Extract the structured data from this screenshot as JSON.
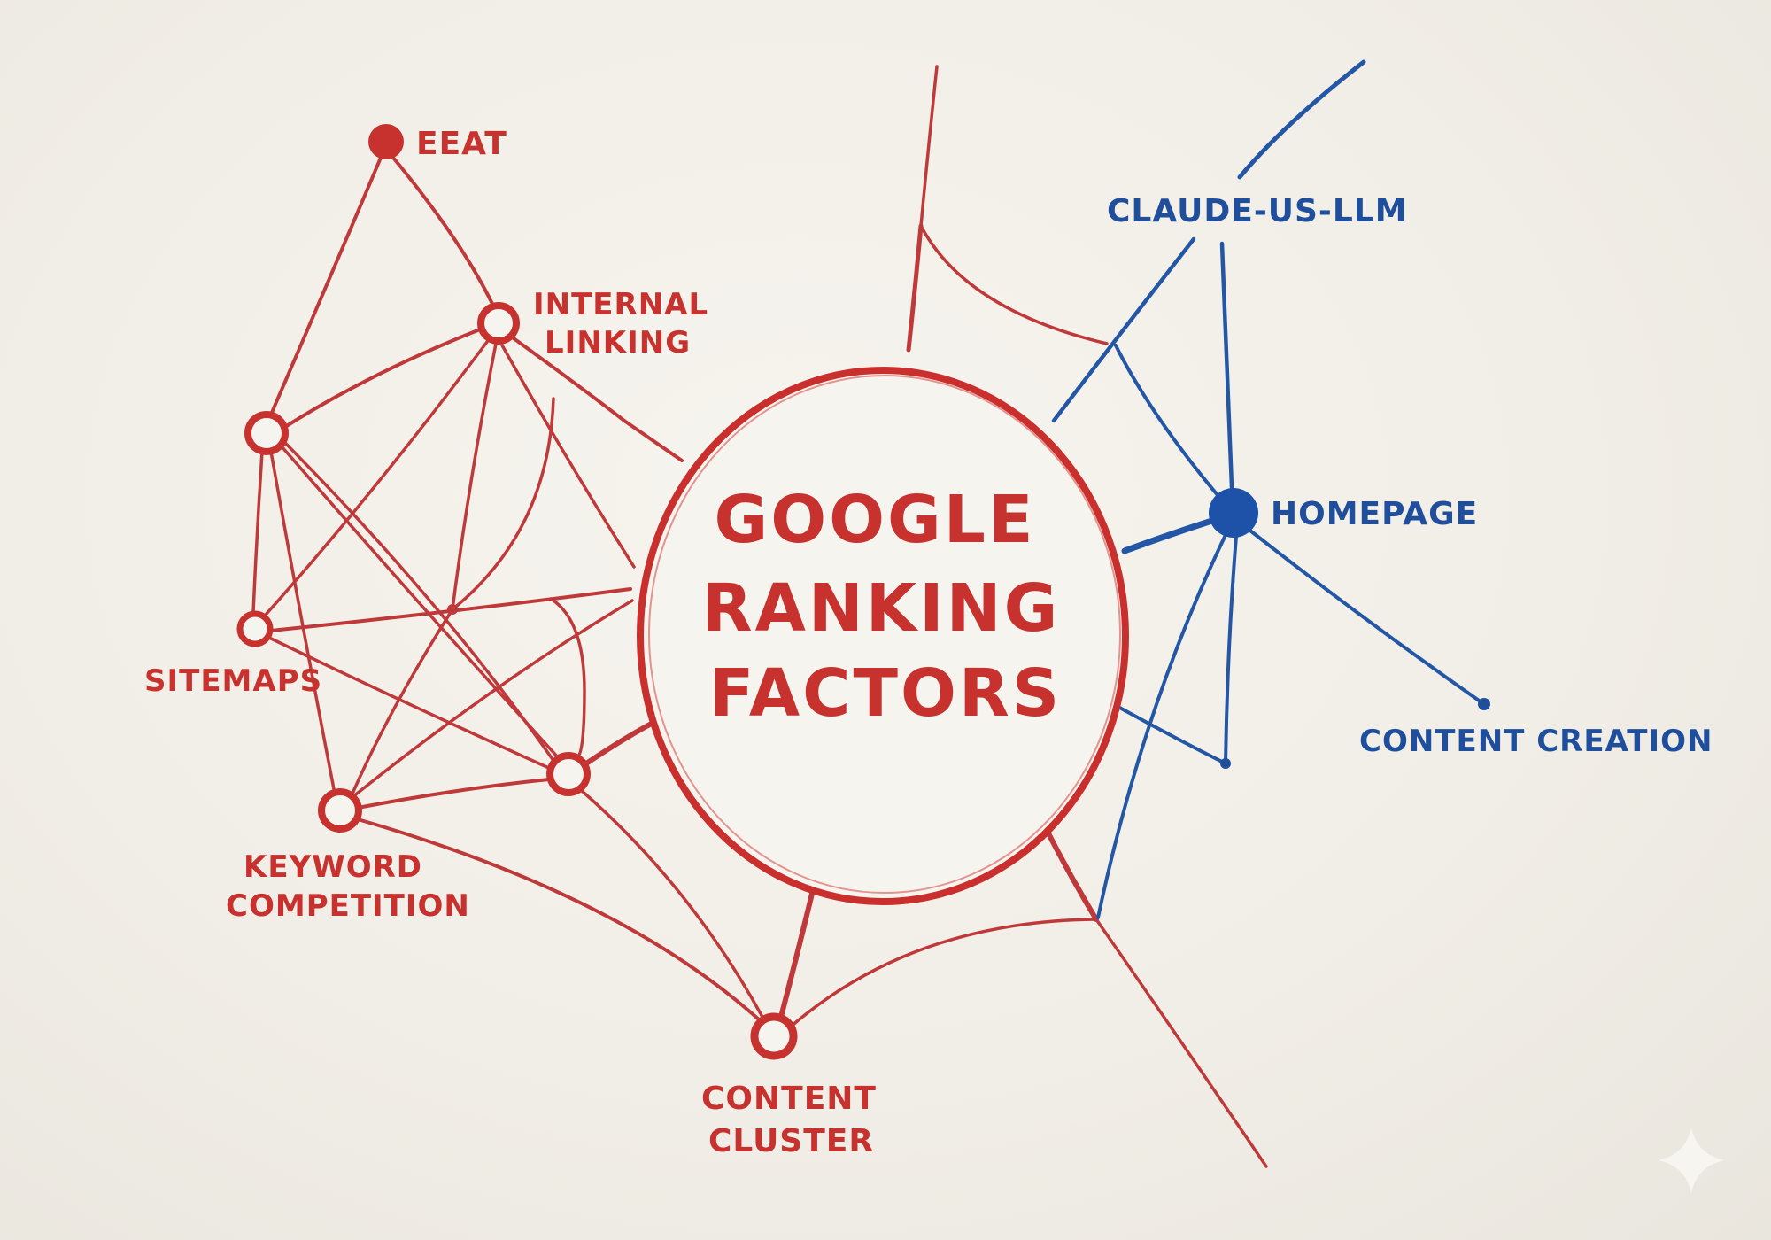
{
  "diagram": {
    "title_lines": [
      "GOOGLE",
      "RANKING",
      "FACTORS"
    ],
    "colors": {
      "red_ink": "#c7322f",
      "blue_ink": "#1f4f9c",
      "paper": "#f3f1eb"
    },
    "red_nodes": {
      "eeat": "EEAT",
      "internal_linking": [
        "INTERNAL",
        "LINKING"
      ],
      "sitemaps": "SITEMAPS",
      "keyword_competition": [
        "KEYWORD",
        "COMPETITION"
      ],
      "content_cluster": [
        "CONTENT",
        "CLUSTER"
      ]
    },
    "blue_nodes": {
      "claude_us_llm": "CLAUDE-US-LLM",
      "homepage": "HOMEPAGE",
      "content_creation": "CONTENT CREATION"
    },
    "watermark_icon": "sparkle-icon"
  }
}
